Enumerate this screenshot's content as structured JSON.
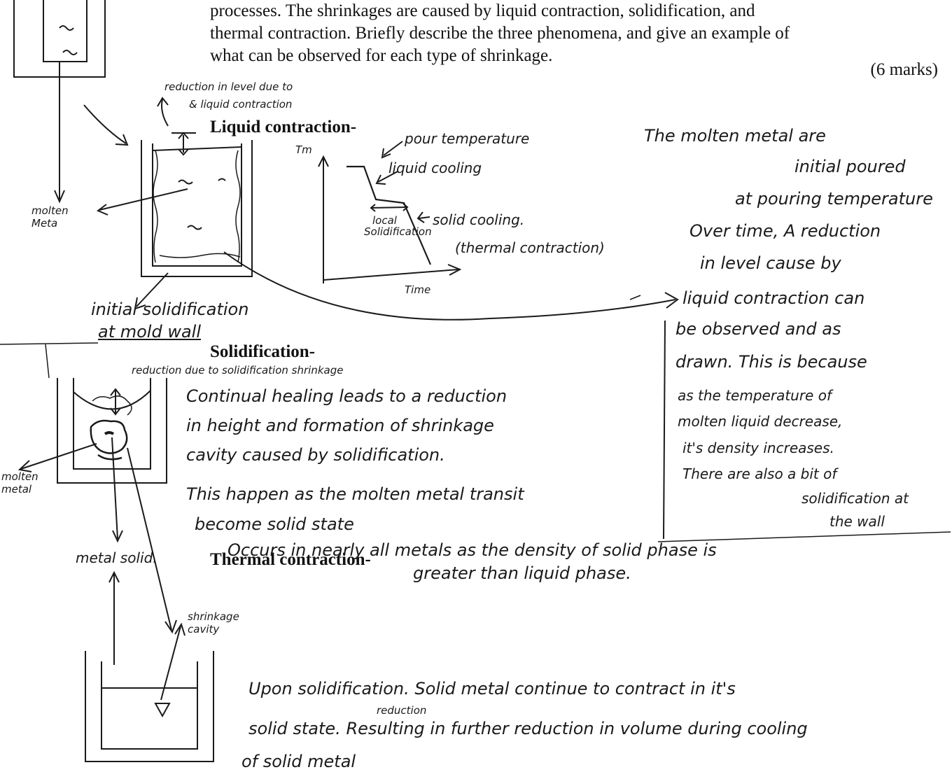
{
  "question": {
    "lines": [
      "processes. The shrinkages are caused by liquid contraction, solidification, and",
      "thermal contraction. Briefly describe the three phenomena, and give an example of",
      "what can be observed for each type of shrinkage."
    ],
    "marks": "(6 marks)"
  },
  "sections": {
    "liquid": "Liquid contraction-",
    "solidification": "Solidification-",
    "thermal": "Thermal contraction-"
  },
  "liquid_notes": {
    "reduction_label": "reduction in level due to",
    "reduction_label2": "& liquid contraction",
    "molten_metal": "molten\nMeta",
    "initial_solid_1": "initial solidification",
    "initial_solid_2": "at mold wall"
  },
  "cooling_graph": {
    "y_label": "Tm",
    "x_label": "Time",
    "pour": "pour temperature",
    "liquid_cooling": "liquid cooling",
    "local_1": "local",
    "local_2": "Solidification",
    "solid_cooling": "solid cooling.",
    "thermal": "(thermal contraction)"
  },
  "right_column": {
    "lines": [
      "The molten metal are",
      "initial poured",
      "at pouring temperature",
      "Over time, A reduction",
      "in level cause by",
      "liquid contraction can",
      "be observed and as",
      "drawn. This is because",
      "as the temperature of",
      "molten liquid decrease,",
      "it's density increases.",
      "There are also a bit of",
      "solidification at",
      "the wall"
    ]
  },
  "solidification_notes": {
    "reduction_label": "reduction due to solidification shrinkage",
    "molten_metal": "molten\nmetal",
    "text_lines": [
      "Continual healing leads to a reduction",
      "in height and formation of shrinkage",
      "cavity caused by solidification.",
      "This happen as the molten metal transit",
      "become solid state",
      "Occurs in nearly all metals as the density of solid phase is",
      "greater than liquid phase."
    ]
  },
  "thermal_notes": {
    "metal_solid": "metal solid.",
    "shrinkage_cavity": "shrinkage\ncavity",
    "reduction_insert": "reduction",
    "text_lines": [
      "Upon solidification. Solid metal continue to contract in it's",
      "solid state. Resulting in further reduction in volume during cooling",
      "of solid metal"
    ]
  }
}
